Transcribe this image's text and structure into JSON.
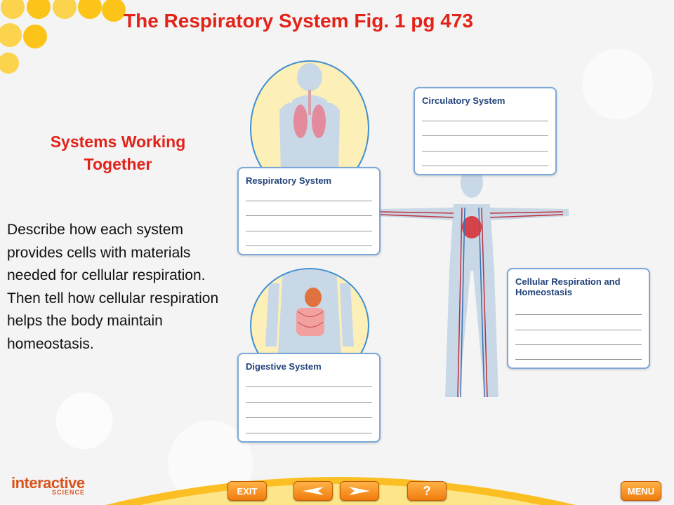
{
  "slide": {
    "title": "The Respiratory System  Fig. 1 pg 473",
    "subtitle": "Systems Working Together",
    "description": "Describe how each system provides cells with materials needed for cellular respiration. Then tell how cellular respiration helps the body maintain homeostasis."
  },
  "figure": {
    "boxes": {
      "circulatory": "Circulatory System",
      "respiratory": "Respiratory System",
      "cellular": "Cellular Respiration and Homeostasis",
      "digestive": "Digestive System"
    }
  },
  "footer": {
    "logo": "interactive",
    "logo_sub": "SCIENCE",
    "exit_label": "EXIT",
    "back_icon": "left-arrow-icon",
    "forward_icon": "right-arrow-icon",
    "help_label": "?",
    "menu_label": "MENU"
  },
  "colors": {
    "title": "#e2231a",
    "accent": "#f7941d",
    "box_border": "#7aa9d9",
    "dots": "#fcc419"
  }
}
